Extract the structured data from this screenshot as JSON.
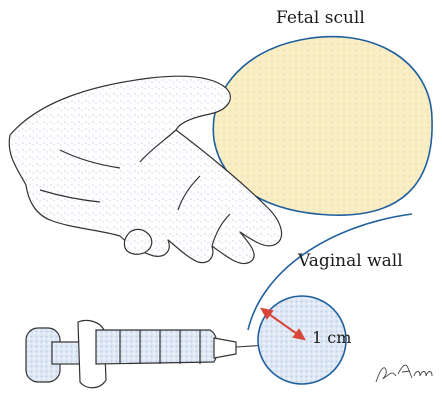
{
  "labels": {
    "fetal_skull": "Fetal scull",
    "vaginal_wall": "Vaginal wall",
    "distance": "1 cm"
  },
  "signature": "Beke Ann",
  "colors": {
    "outline": "#1f5f9e",
    "skull_fill": "#f8e9b8",
    "tissue_fill": "#c9d9ee",
    "arrow": "#d8463a",
    "ink": "#333333"
  },
  "icons": [
    "hand-drawing",
    "syringe-drawing",
    "fetal-skull-outline",
    "vaginal-wall-curve",
    "tissue-circle",
    "distance-arrow"
  ]
}
